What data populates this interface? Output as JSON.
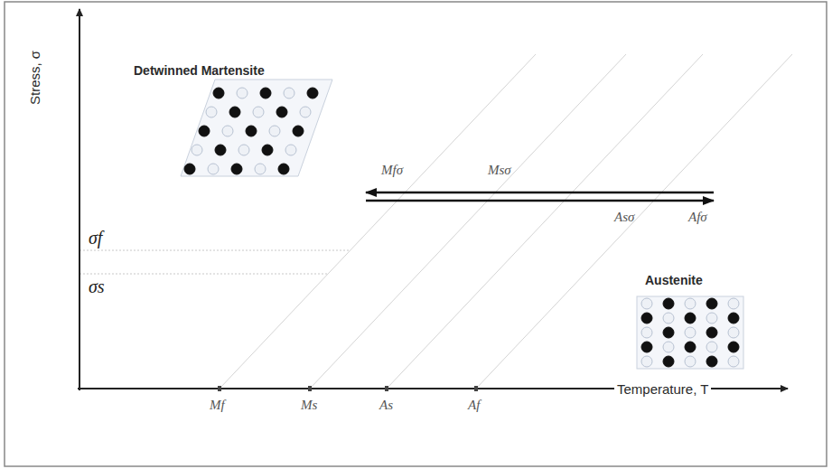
{
  "diagram": {
    "labels": [
      "Detwinned Martensite",
      "Stress, σ",
      "σf",
      "σs",
      "Mfσ",
      "Msσ",
      "Asσ",
      "Afσ",
      "Austenite",
      "Mf",
      "Ms",
      "As",
      "Af",
      "Temperature, T"
    ]
  }
}
